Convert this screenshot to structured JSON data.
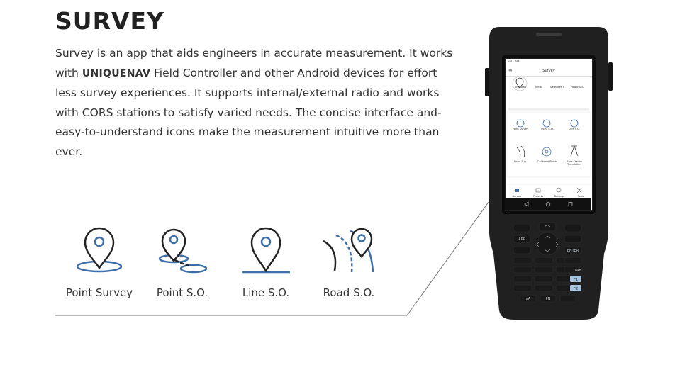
{
  "page": {
    "title": "SURVEY",
    "description_before": "Survey is an app that aids engineers in accurate measurement. It works with ",
    "brand": "UNIQUENAV",
    "description_after": " Field Controller and other Android devices for effort less survey experiences. It supports internal/external radio and works with CORS stations to satisfy varied needs. The concise interface and- easy-to-understand icons make the measurement intuitive more than ever."
  },
  "features": [
    {
      "label": "Point Survey",
      "icon": "point-survey-icon"
    },
    {
      "label": "Point S.O.",
      "icon": "point-stakeout-icon"
    },
    {
      "label": "Line S.O.",
      "icon": "line-stakeout-icon"
    },
    {
      "label": "Road S.O.",
      "icon": "road-stakeout-icon"
    }
  ],
  "colors": {
    "accent": "#3d6ea8",
    "dark": "#222222"
  },
  "device": {
    "status_time": "9:41 AM",
    "app_title": "Survey",
    "top_icons": [
      "Unknown",
      "Initial",
      "Satellites 0",
      "Power 0%"
    ],
    "grid": [
      "Point Survey",
      "Point S.O.",
      "Line S.O.",
      "Road S.O.",
      "Calibrate Points",
      "Base Station Translation"
    ],
    "bottom_tabs": [
      "Survey",
      "Projects",
      "Settings",
      "Tools"
    ],
    "keys": {
      "app": "APP",
      "enter": "ENTER",
      "tab": "TAB",
      "f1": "F1",
      "f2": "F2",
      "aa": "aA",
      "fn": "FN"
    }
  }
}
